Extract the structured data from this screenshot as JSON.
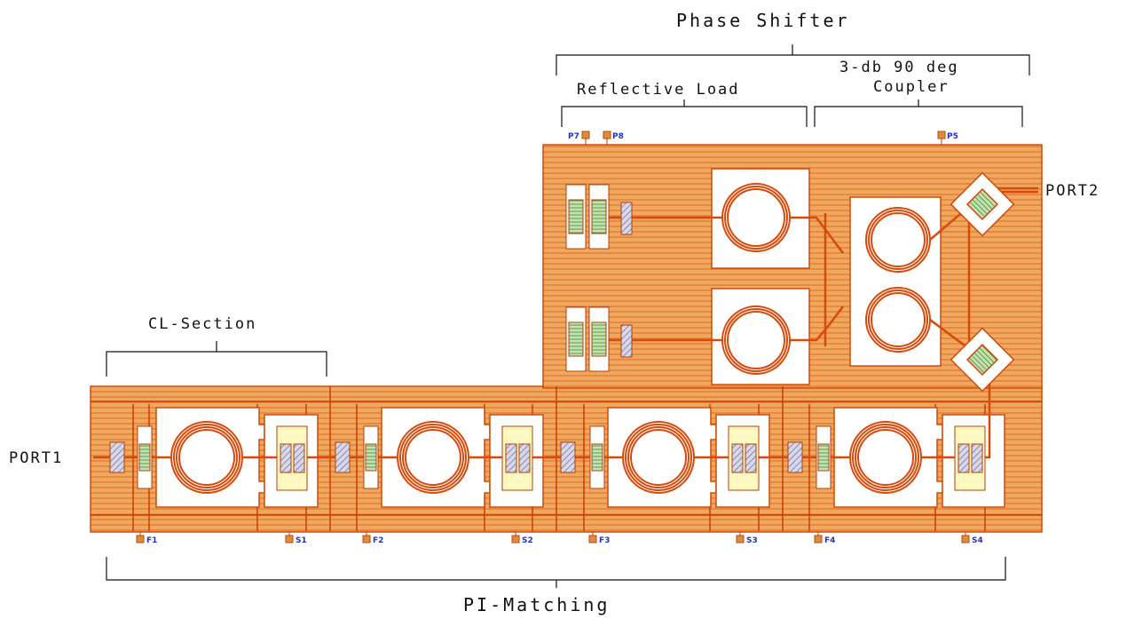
{
  "labels": {
    "phase_shifter": "Phase Shifter",
    "reflective_load": "Reflective Load",
    "coupler_line1": "3-db 90 deg",
    "coupler_line2": "Coupler",
    "cl_section": "CL-Section",
    "pi_matching": "PI-Matching",
    "port1": "PORT1",
    "port2": "PORT2"
  },
  "pins": {
    "f1": "F1",
    "s1": "S1",
    "f2": "F2",
    "s2": "S2",
    "f3": "F3",
    "s3": "S3",
    "f4": "F4",
    "s4": "S4",
    "p7": "P7",
    "p8": "P8",
    "p5": "P5"
  },
  "colors": {
    "metal": "#e8a050",
    "metal_line": "#e05a10",
    "trace": "#d94a0a",
    "cavity": "#ffffff",
    "via_hatch": "#8080a0",
    "bracket": "#111111",
    "pin_text": "#2233cc",
    "pin_pad": "#e08a3a"
  }
}
